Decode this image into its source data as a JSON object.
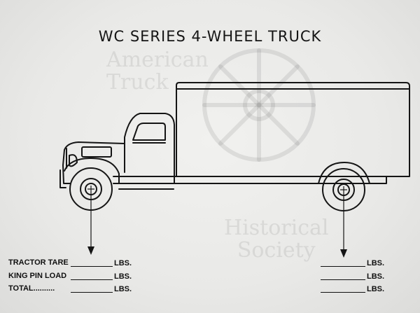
{
  "title": "WC SERIES 4-WHEEL TRUCK",
  "watermark": {
    "top": [
      "American",
      "Truck"
    ],
    "bottom": [
      "Historical",
      "Society"
    ]
  },
  "left_fields": [
    {
      "label": "TRACTOR TARE",
      "unit": "LBS."
    },
    {
      "label": "KING PIN LOAD",
      "unit": "LBS."
    },
    {
      "label": "TOTAL..........",
      "unit": "LBS."
    }
  ],
  "right_fields": [
    {
      "unit": "LBS."
    },
    {
      "unit": "LBS."
    },
    {
      "unit": "LBS."
    }
  ]
}
